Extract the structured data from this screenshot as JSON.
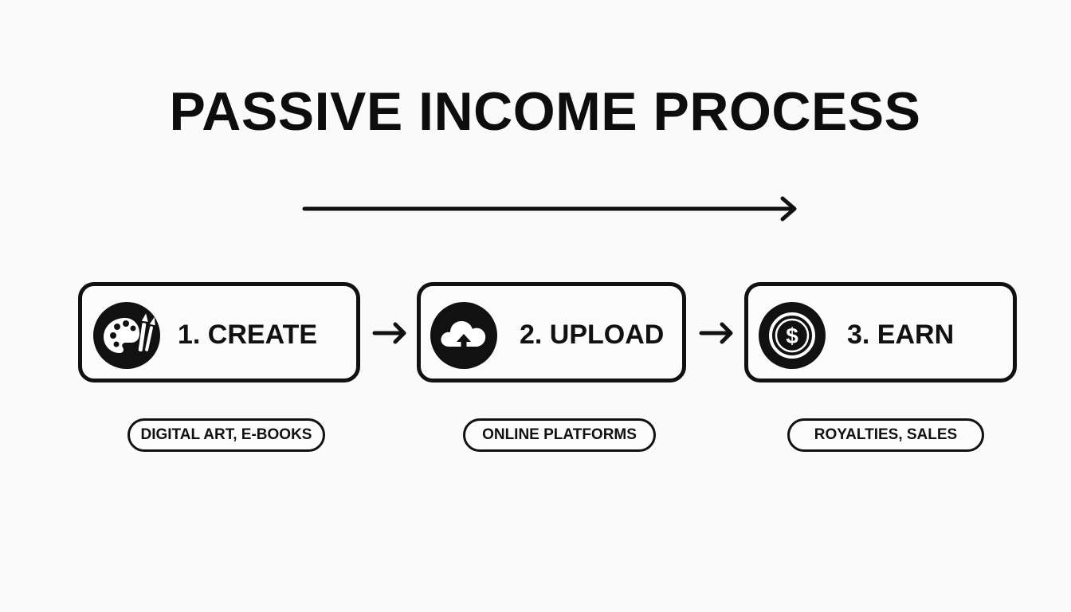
{
  "title": "PASSIVE INCOME PROCESS",
  "steps": [
    {
      "label": "1. CREATE",
      "icon": "palette-brush-icon",
      "tag": "DIGITAL ART, E-BOOKS"
    },
    {
      "label": "2. UPLOAD",
      "icon": "cloud-upload-icon",
      "tag": "ONLINE PLATFORMS"
    },
    {
      "label": "3. EARN",
      "icon": "dollar-coin-icon",
      "tag": "ROYALTIES, SALES"
    }
  ],
  "colors": {
    "ink": "#111111",
    "background": "#fafafa"
  }
}
